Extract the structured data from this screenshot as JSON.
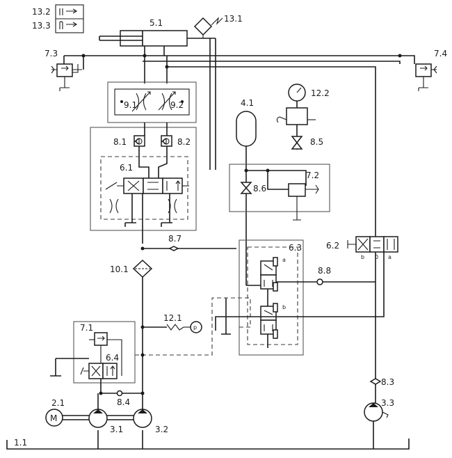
{
  "labels": {
    "l_5_1": "5.1",
    "l_13_1": "13.1",
    "l_13_2": "13.2",
    "l_13_3": "13.3",
    "l_7_3": "7.3",
    "l_7_4": "7.4",
    "l_9_1": "9.1",
    "l_9_2": "9.2",
    "l_4_1": "4.1",
    "l_12_2": "12.2",
    "l_8_1": "8.1",
    "l_8_2": "8.2",
    "l_8_5": "8.5",
    "l_6_1": "6.1",
    "l_8_6": "8.6",
    "l_7_2": "7.2",
    "l_8_7": "8.7",
    "l_6_3": "6.3",
    "l_6_2": "6.2",
    "l_10_1": "10.1",
    "l_8_8": "8.8",
    "l_12_1": "12.1",
    "l_7_1": "7.1",
    "l_6_4": "6.4",
    "l_8_3": "8.3",
    "l_8_4": "8.4",
    "l_2_1": "2.1",
    "l_3_1": "3.1",
    "l_3_2": "3.2",
    "l_3_3": "3.3",
    "l_1_1": "1.1"
  },
  "port_marks": {
    "v63_a": "a",
    "v63_b": "b",
    "v62_b": "b",
    "v62_0": "0",
    "v62_a": "a"
  },
  "symbols": {
    "motor": "M",
    "pressure_switch": "p"
  },
  "colors": {
    "line": "#1a1a1a",
    "boundary": "#555555",
    "background": "#ffffff"
  }
}
